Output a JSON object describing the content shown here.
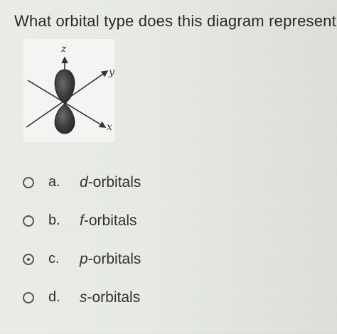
{
  "question": {
    "text": "What orbital type does this diagram represent"
  },
  "diagram": {
    "axis_z": "z",
    "axis_y": "y",
    "axis_x": "x"
  },
  "options": [
    {
      "letter": "a.",
      "prefix": "d",
      "suffix": "-orbitals",
      "selected": false
    },
    {
      "letter": "b.",
      "prefix": "f",
      "suffix": "-orbitals",
      "selected": false
    },
    {
      "letter": "c.",
      "prefix": "p",
      "suffix": "-orbitals",
      "selected": true
    },
    {
      "letter": "d.",
      "prefix": "s",
      "suffix": "-orbitals",
      "selected": false
    }
  ]
}
